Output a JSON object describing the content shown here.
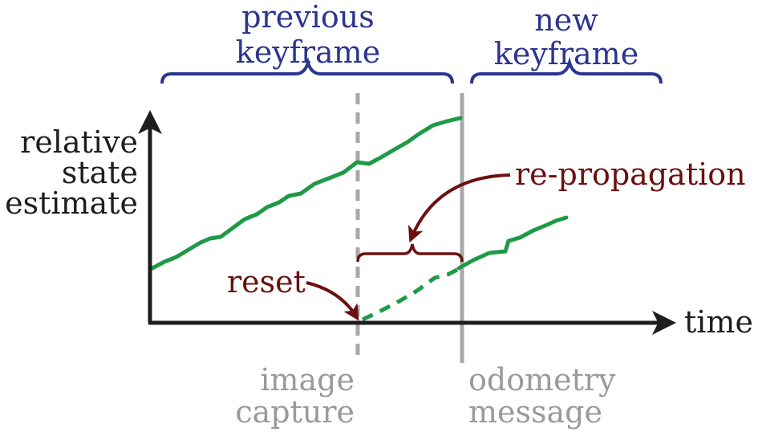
{
  "brackets": {
    "previous_keyframe": {
      "line1": "previous",
      "line2": "keyframe"
    },
    "new_keyframe": {
      "line1": "new",
      "line2": "keyframe"
    }
  },
  "axes": {
    "y_label": {
      "line1": "relative",
      "line2": "state",
      "line3": "estimate"
    },
    "x_label": "time"
  },
  "annotations": {
    "repropagation": "re-propagation",
    "reset": "reset"
  },
  "markers": {
    "image_capture": {
      "line1": "image",
      "line2": "capture"
    },
    "odometry_message": {
      "line1": "odometry",
      "line2": "message"
    }
  },
  "colors": {
    "bracket_blue": "#2b3590",
    "trace_green": "#1e9a46",
    "annotation_red": "#6a1010",
    "marker_grey": "#a8a8a8",
    "axis_black": "#1e1e1e"
  }
}
